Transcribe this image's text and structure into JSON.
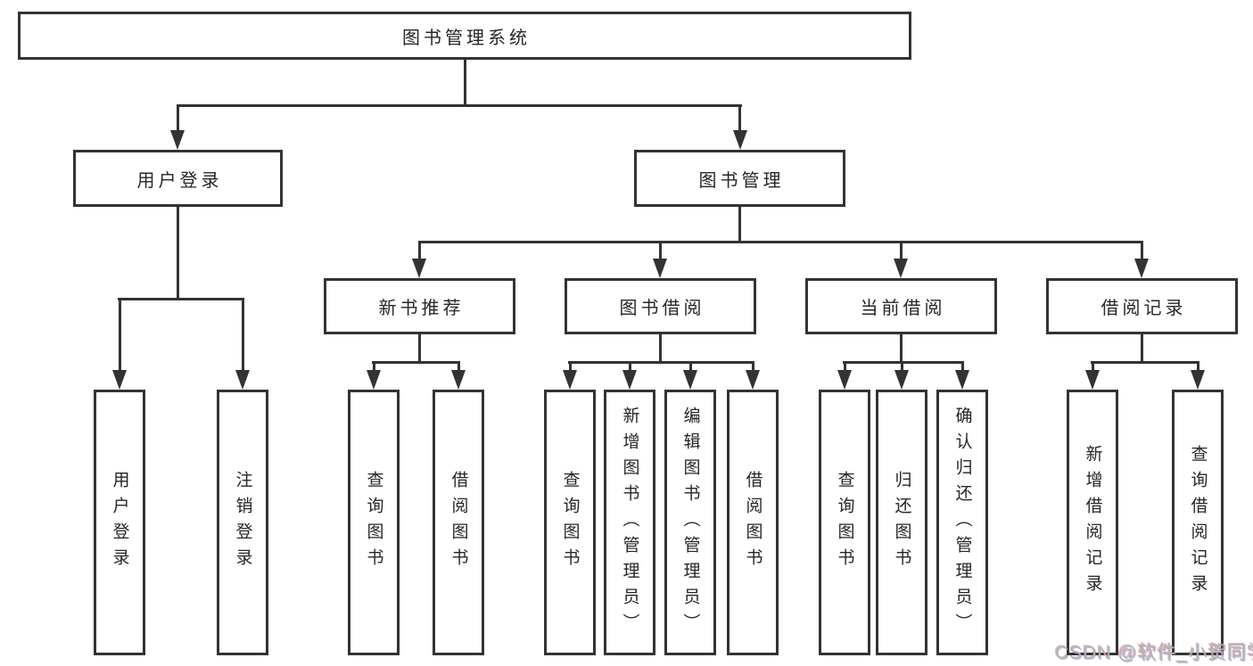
{
  "diagram": {
    "title": "图书管理系统",
    "branches": {
      "user_login": {
        "label": "用户登录",
        "children": {
          "login": "用户登录",
          "logout": "注销登录"
        }
      },
      "book_management": {
        "label": "图书管理",
        "sections": {
          "new_book_recommend": {
            "label": "新书推荐",
            "children": {
              "query_books": "查询图书",
              "borrow_books": "借阅图书"
            }
          },
          "book_borrowing": {
            "label": "图书借阅",
            "children": {
              "query_books": "查询图书",
              "add_books": "新增图书（管理员）",
              "edit_books": "编辑图书（管理员）",
              "borrow_books": "借阅图书"
            }
          },
          "current_borrowing": {
            "label": "当前借阅",
            "children": {
              "query_books": "查询图书",
              "return_books": "归还图书",
              "confirm_return": "确认归还（管理员）"
            }
          },
          "borrowing_records": {
            "label": "借阅记录",
            "children": {
              "add_record": "新增借阅记录",
              "query_record": "查询借阅记录"
            }
          }
        }
      }
    }
  },
  "watermark": "CSDN @软件_小贺同学",
  "colors": {
    "line": "#333333",
    "text": "#262626",
    "background": "#ffffff",
    "watermark": "#b5b5b5"
  }
}
